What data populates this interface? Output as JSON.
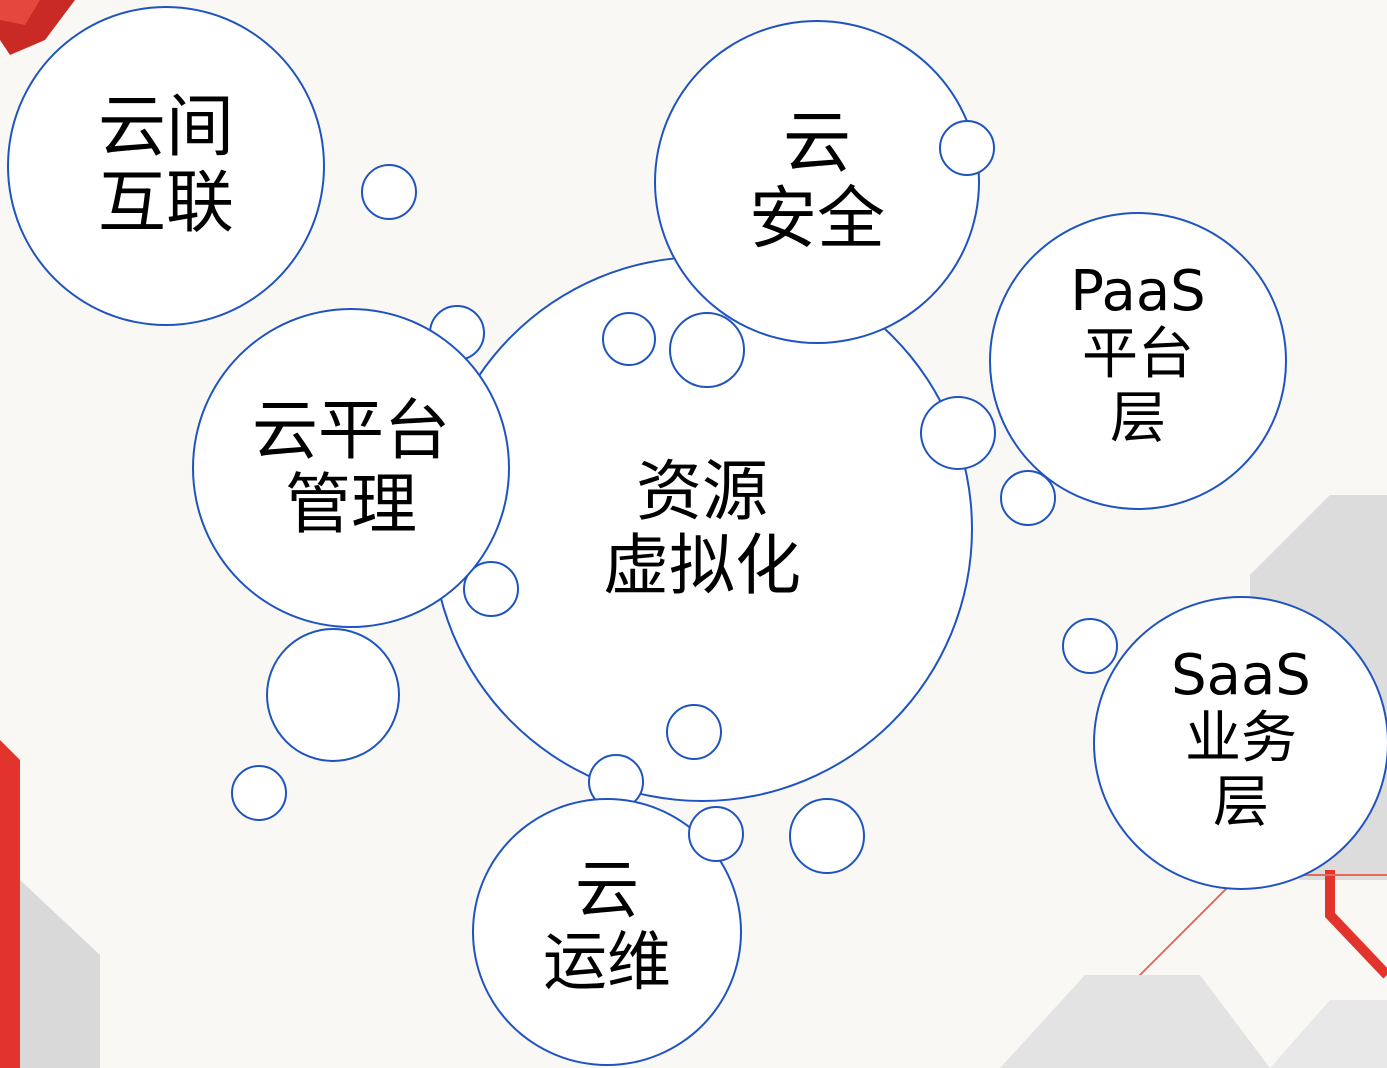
{
  "diagram": {
    "center_node": {
      "label": "资源\n虚拟化"
    },
    "nodes": [
      {
        "key": "cloud-interconnect",
        "label": "云间\n互联"
      },
      {
        "key": "cloud-security",
        "label": "云\n安全"
      },
      {
        "key": "paas-layer",
        "label": "PaaS\n平台\n层"
      },
      {
        "key": "cloud-platform-mgmt",
        "label": "云平台\n管理"
      },
      {
        "key": "saas-layer",
        "label": "SaaS\n业务\n层"
      },
      {
        "key": "cloud-ops",
        "label": "云\n运维"
      }
    ]
  },
  "colors": {
    "bubble_border": "#1f54c0",
    "bubble_fill": "#ffffff",
    "background": "#f9f8f4",
    "accent_red": "#e3332d",
    "accent_gray": "#d9d9d9"
  }
}
